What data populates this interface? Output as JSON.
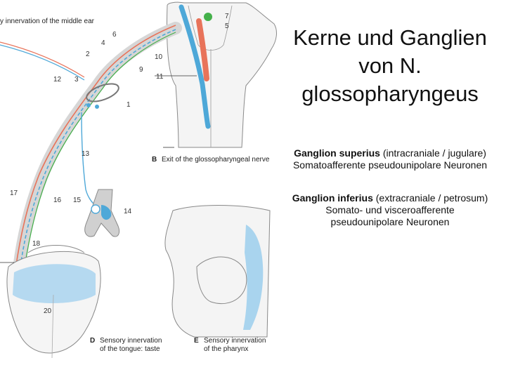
{
  "title": {
    "line1": "Kerne und Ganglien",
    "line2": "von N.",
    "line3": "glossopharyngeus"
  },
  "notes": [
    {
      "head": "Ganglion superius",
      "rest": " (intracraniale / jugulare)",
      "sub": [
        "Somatoafferente pseudounipolare Neuronen"
      ]
    },
    {
      "head": "Ganglion inferius",
      "rest": " (extracraniale / petrosum)",
      "sub": [
        "Somato- und visceroafferente",
        "pseudounipolare Neuronen"
      ]
    }
  ],
  "figure": {
    "caption_top": "y innervation of the middle ear",
    "caption_b_letter": "B",
    "caption_b": "Exit of the glossopharyngeal nerve",
    "caption_d_letter": "D",
    "caption_d_line1": "Sensory innervation",
    "caption_d_line2": "of the tongue: taste",
    "caption_e_letter": "E",
    "caption_e_line1": "Sensory innervation",
    "caption_e_line2": "of the pharynx",
    "numbers": {
      "n1": "1",
      "n2": "2",
      "n3": "3",
      "n4": "4",
      "n5": "5",
      "n6": "6",
      "n7": "7",
      "n9": "9",
      "n10": "10",
      "n11": "11",
      "n12": "12",
      "n13": "13",
      "n14": "14",
      "n15": "15",
      "n16": "16",
      "n17": "17",
      "n18": "18",
      "n20": "20"
    },
    "colors": {
      "sensory_blue": "#4ea8d8",
      "motor_red": "#e8735a",
      "nucleus_green": "#44b04a",
      "nerve_gray": "#c8c8c8",
      "region_blue": "#a9d4ee"
    }
  }
}
